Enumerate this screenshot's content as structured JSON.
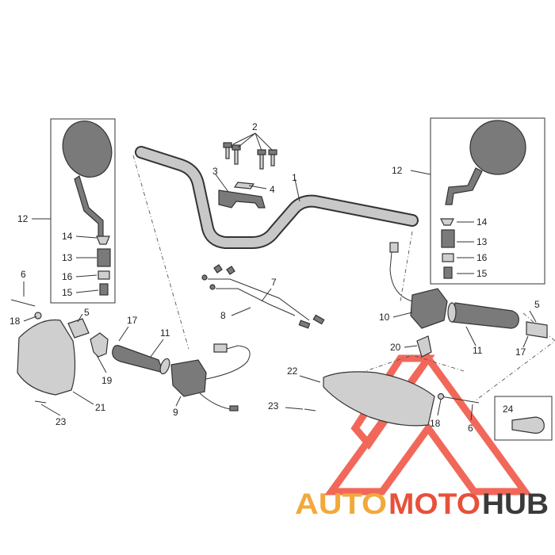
{
  "callouts": {
    "c1": "1",
    "c2": "2",
    "c3": "3",
    "c4": "4",
    "c5_left": "5",
    "c5_right": "5",
    "c6_left": "6",
    "c6_right": "6",
    "c7": "7",
    "c8": "8",
    "c9": "9",
    "c10": "10",
    "c11_left": "11",
    "c11_right": "11",
    "c12_left": "12",
    "c12_right": "12",
    "c13_left": "13",
    "c13_right": "13",
    "c14_left": "14",
    "c14_right": "14",
    "c15_left": "15",
    "c15_right": "15",
    "c16_left": "16",
    "c16_right": "16",
    "c17_left": "17",
    "c17_right": "17",
    "c18_left": "18",
    "c18_right": "18",
    "c19": "19",
    "c20": "20",
    "c21": "21",
    "c22": "22",
    "c23_left": "23",
    "c23_right": "23",
    "c24": "24"
  },
  "watermark": {
    "auto": "AUTO",
    "moto": "MOTO",
    "hub": "HUB",
    "color_auto": "#f2a93b",
    "color_moto": "#e8503a",
    "color_hub": "#3a3a3a",
    "color_triangle": "#ee4d3d"
  }
}
